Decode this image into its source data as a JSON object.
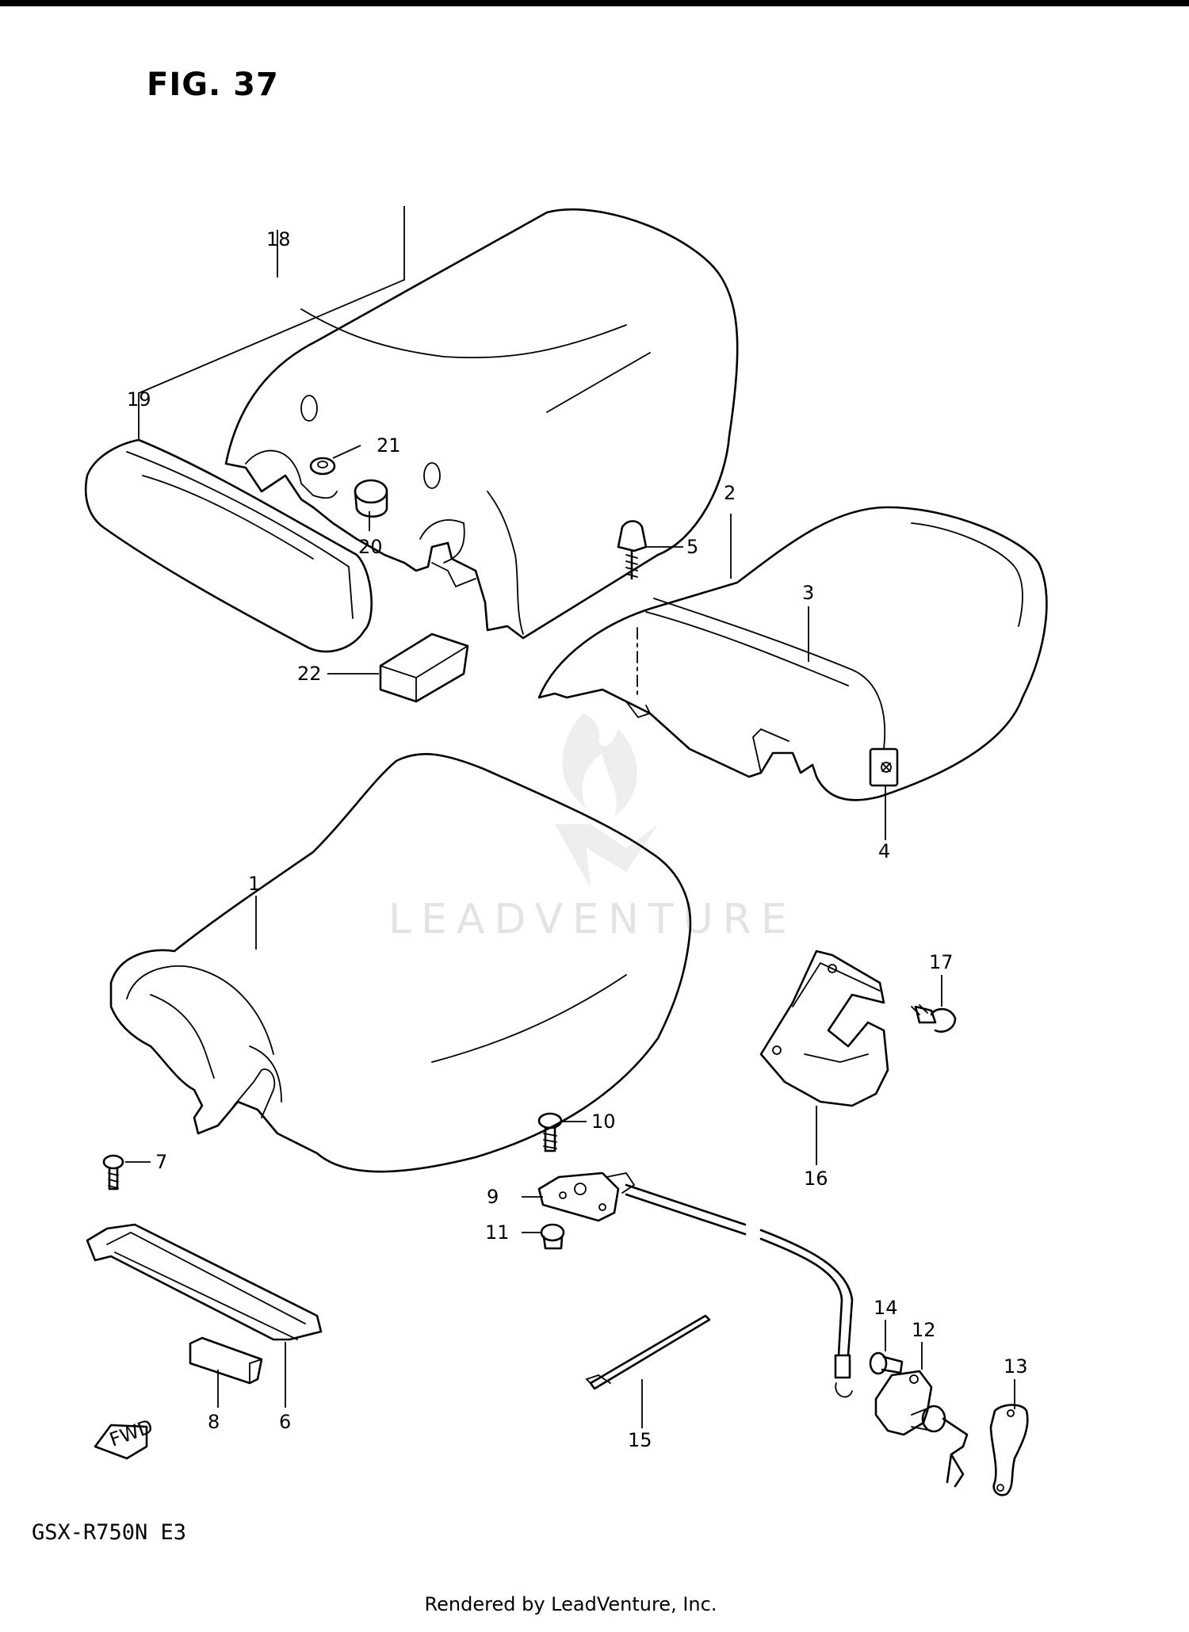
{
  "figure": {
    "title": "FIG. 37"
  },
  "model": "GSX-R750N E3",
  "footer": "Rendered by LeadVenture, Inc.",
  "watermark": "LEADVENTURE",
  "fwd_label": "FWD",
  "callouts": [
    "1",
    "2",
    "3",
    "4",
    "5",
    "6",
    "7",
    "8",
    "9",
    "10",
    "11",
    "12",
    "13",
    "14",
    "15",
    "16",
    "17",
    "18",
    "19",
    "20",
    "21",
    "22"
  ]
}
